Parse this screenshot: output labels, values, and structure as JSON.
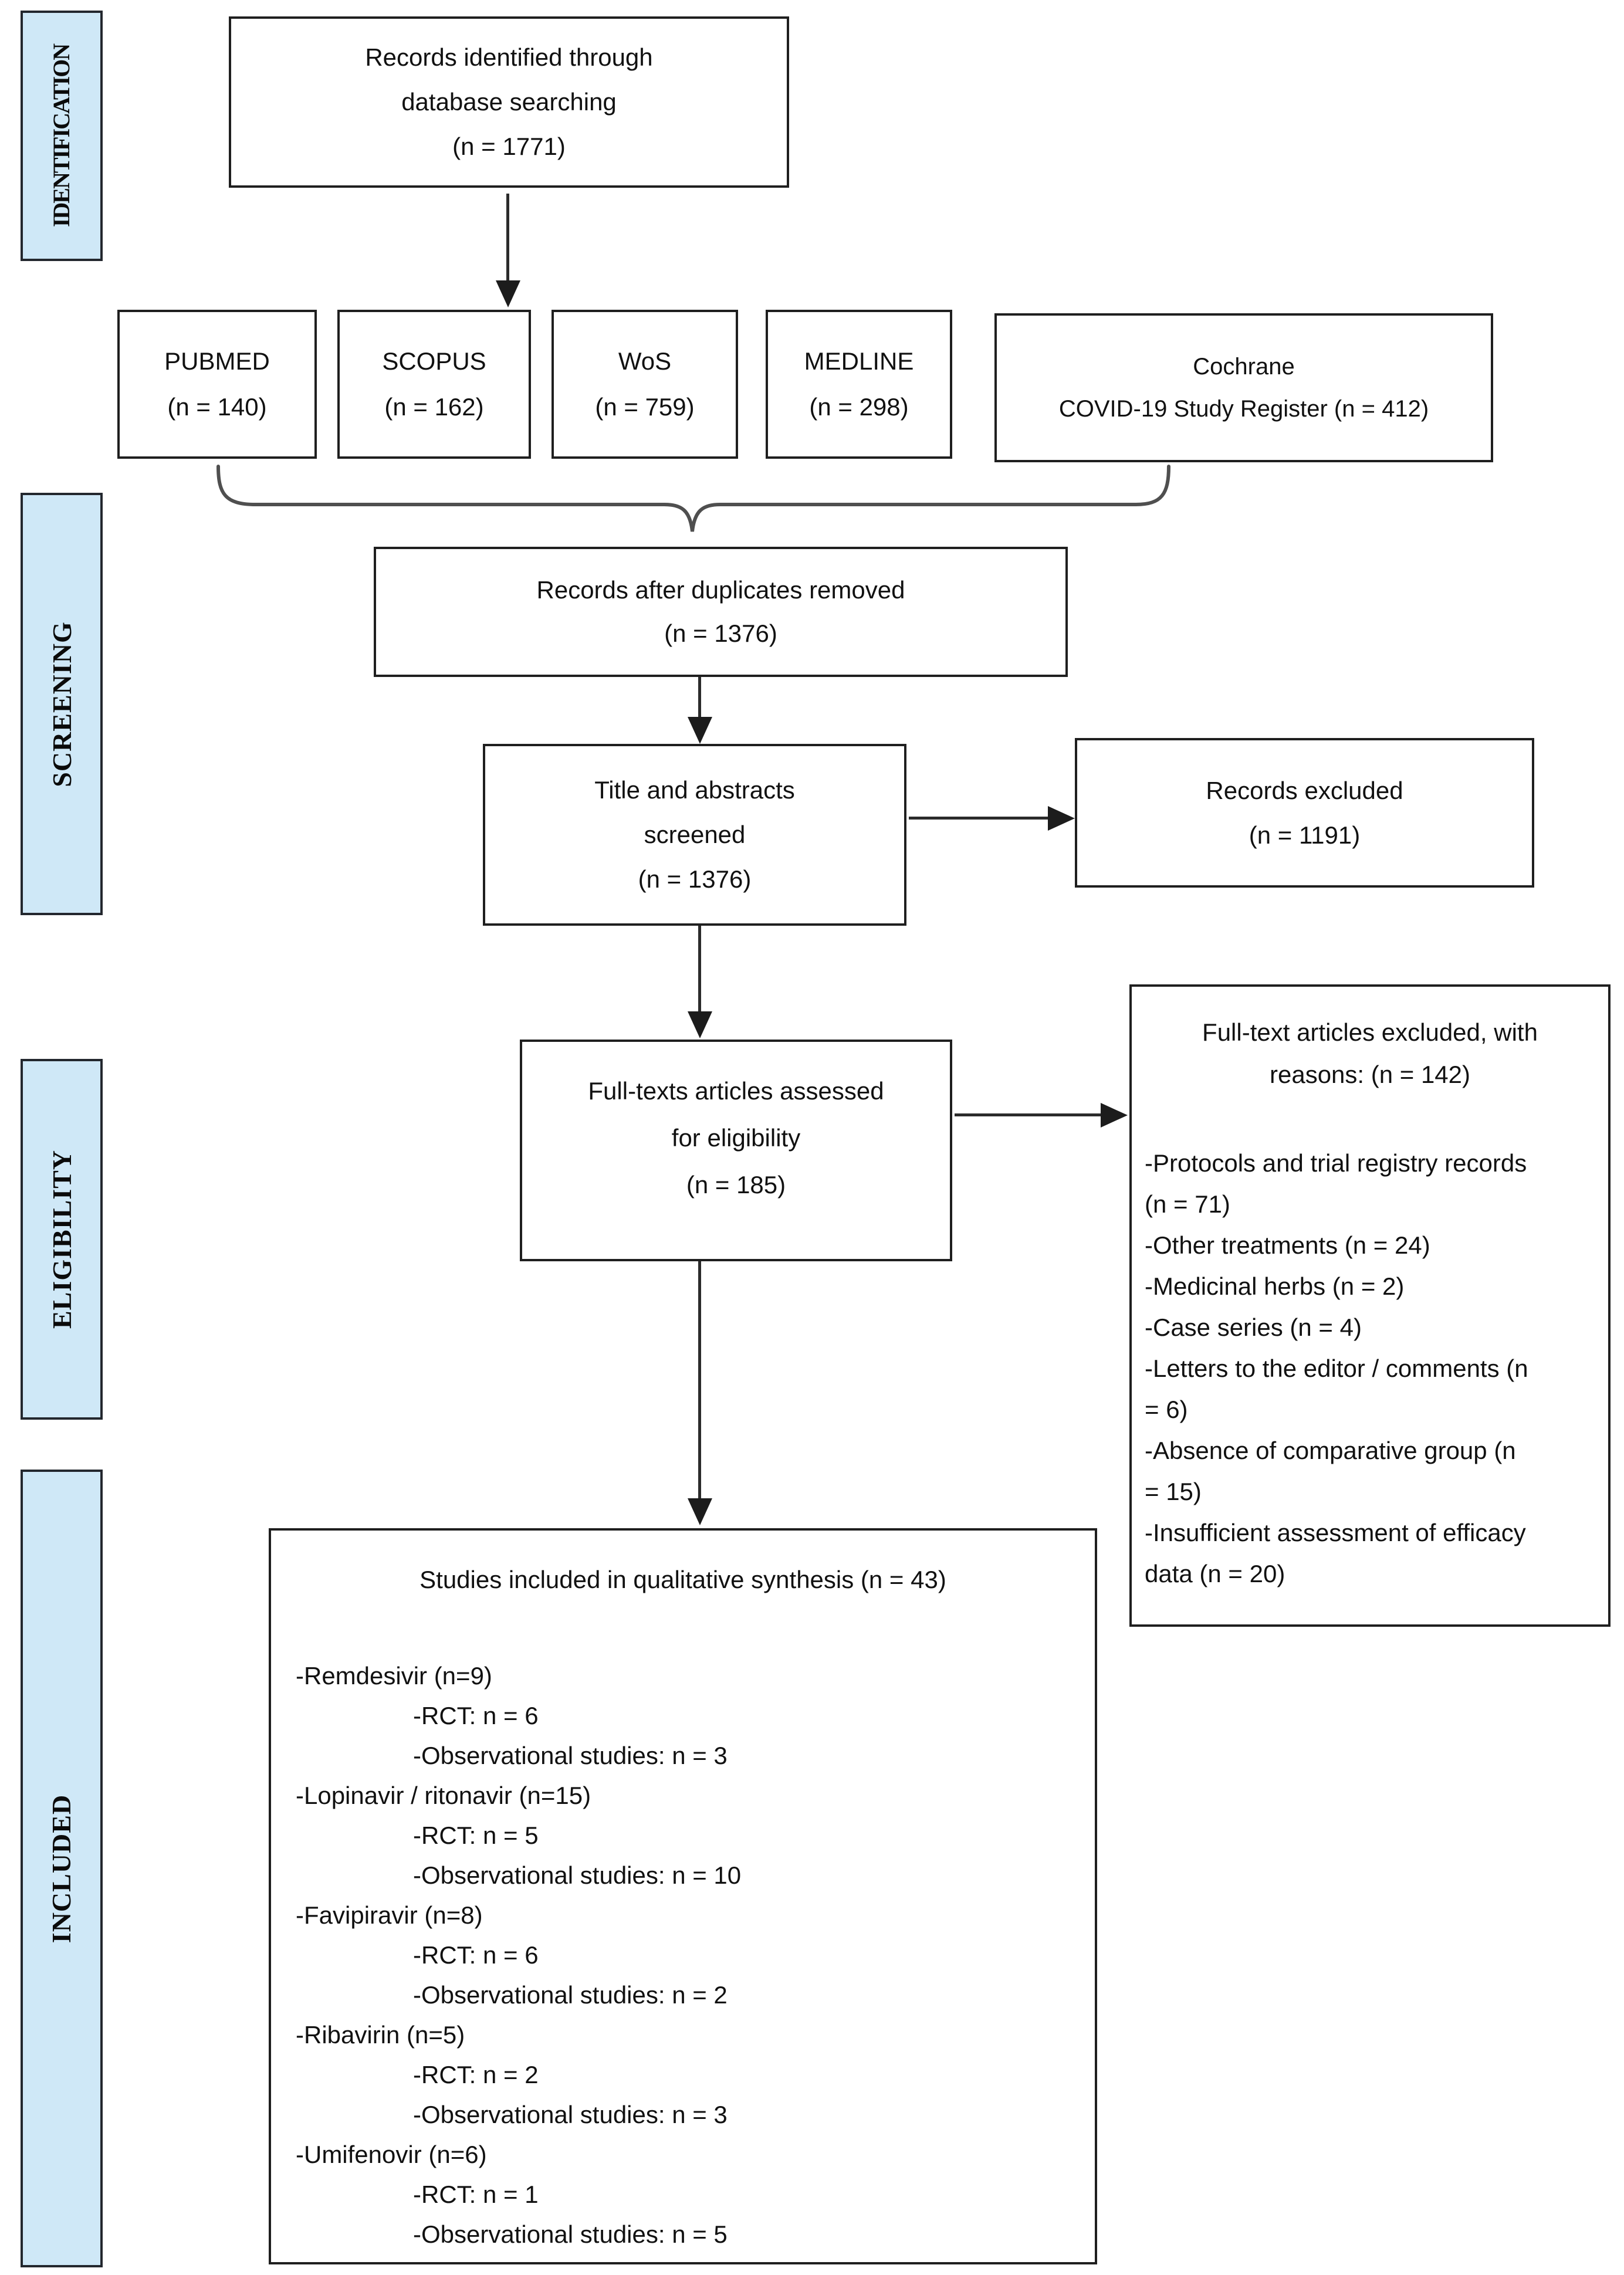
{
  "colors": {
    "sidebar_fill": "#cfe8f7",
    "box_border": "#1f1f1f",
    "arrow": "#1c1c1c",
    "brace": "#4f4f4f",
    "background": "#ffffff"
  },
  "sidebar": {
    "stages": [
      {
        "label": "IDENTIFICATION"
      },
      {
        "label": "SCREENING"
      },
      {
        "label": "ELIGIBILITY"
      },
      {
        "label": "INCLUDED"
      }
    ]
  },
  "flow": {
    "identified": {
      "line1": "Records identified through",
      "line2": "database searching",
      "line3": "(n = 1771)"
    },
    "databases": [
      {
        "name": "PUBMED",
        "count": "(n = 140)"
      },
      {
        "name": "SCOPUS",
        "count": "(n = 162)"
      },
      {
        "name": "WoS",
        "count": "(n = 759)"
      },
      {
        "name": "MEDLINE",
        "count": "(n = 298)"
      },
      {
        "name": "Cochrane",
        "count": "COVID-19 Study Register (n = 412)"
      }
    ],
    "duplicates_removed": {
      "line1": "Records after duplicates removed",
      "line2": "(n = 1376)"
    },
    "screened": {
      "line1": "Title and abstracts",
      "line2": "screened",
      "line3": "(n = 1376)"
    },
    "records_excluded": {
      "line1": "Records excluded",
      "line2": "(n = 1191)"
    },
    "assessed": {
      "line1": "Full-texts articles assessed",
      "line2": "for eligibility",
      "line3": "(n = 185)"
    },
    "fulltext_excluded": {
      "title_line1": "Full-text articles excluded, with",
      "title_line2": "reasons: (n = 142)",
      "reasons": [
        "-Protocols and trial registry records (n = 71)",
        "-Other treatments (n = 24)",
        "-Medicinal herbs (n = 2)",
        "-Case series (n = 4)",
        "-Letters to the editor / comments (n = 6)",
        "-Absence of comparative group (n = 15)",
        "-Insufficient assessment of efficacy data (n = 20)"
      ]
    },
    "included": {
      "title": "Studies included in qualitative synthesis (n = 43)",
      "drugs": [
        {
          "name": "-Remdesivir (n=9)",
          "rct": "-RCT: n = 6",
          "observational": "-Observational studies: n = 3"
        },
        {
          "name": "-Lopinavir / ritonavir (n=15)",
          "rct": "-RCT: n = 5",
          "observational": "-Observational studies: n = 10"
        },
        {
          "name": "-Favipiravir (n=8)",
          "rct": "-RCT: n = 6",
          "observational": "-Observational studies: n = 2"
        },
        {
          "name": "-Ribavirin (n=5)",
          "rct": "-RCT: n = 2",
          "observational": "-Observational studies: n = 3"
        },
        {
          "name": "-Umifenovir (n=6)",
          "rct": "-RCT: n = 1",
          "observational": "-Observational studies: n = 5"
        }
      ]
    }
  }
}
